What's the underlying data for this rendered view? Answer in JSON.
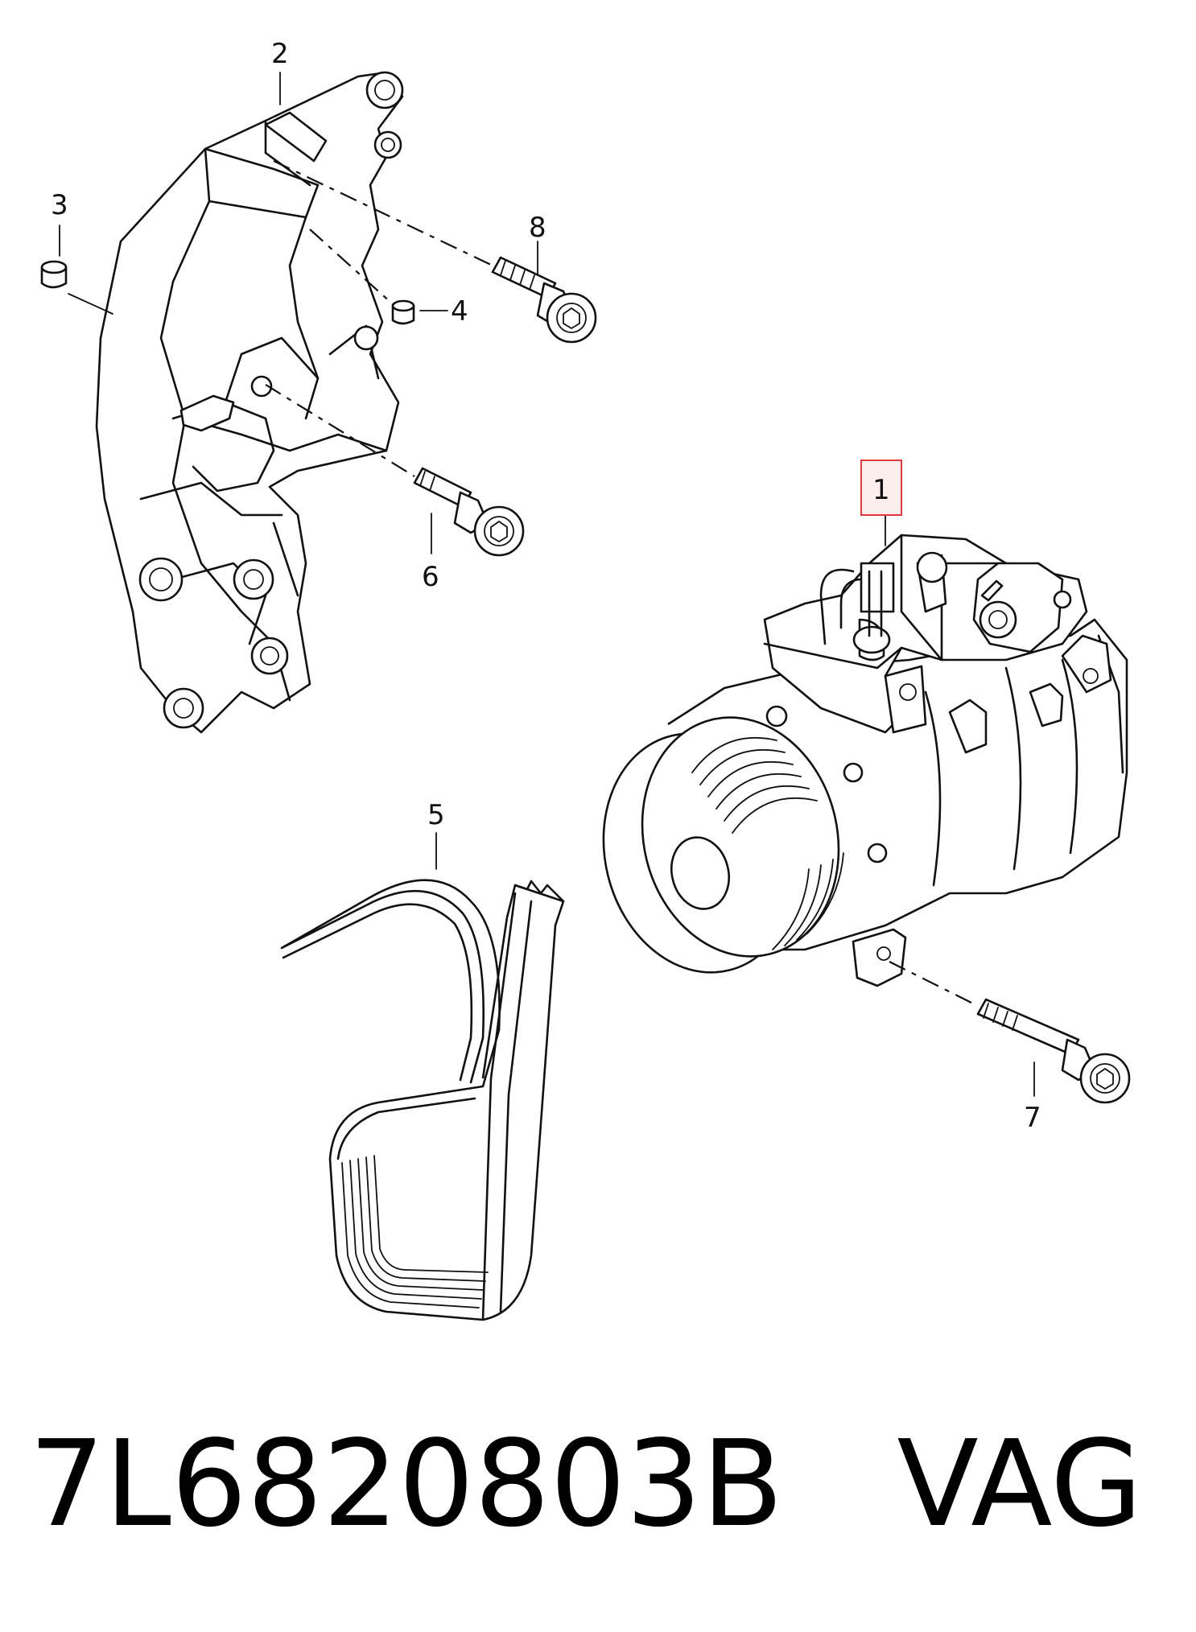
{
  "diagram": {
    "callouts": {
      "c1": "1",
      "c2": "2",
      "c3": "3",
      "c4": "4",
      "c5": "5",
      "c6": "6",
      "c7": "7",
      "c8": "8"
    },
    "highlight_color": "#e0393f",
    "line_color": "#111111"
  },
  "caption": {
    "part_number": "7L6820803B",
    "brand": "VAG"
  }
}
